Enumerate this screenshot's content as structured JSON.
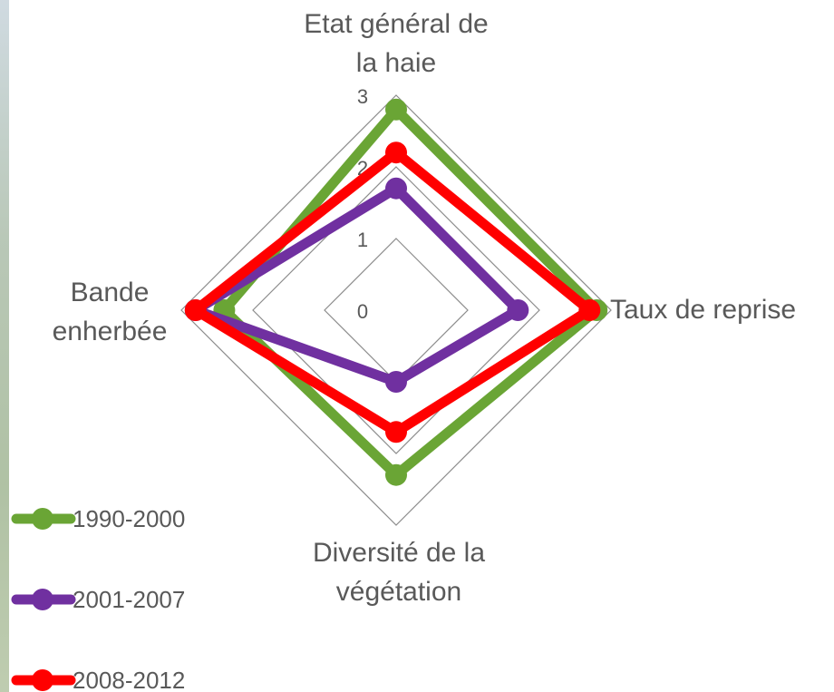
{
  "chart_data": {
    "type": "radar",
    "axes": [
      {
        "id": "top",
        "label_lines": [
          "Etat général de",
          "la haie"
        ]
      },
      {
        "id": "right",
        "label_lines": [
          "Taux de reprise"
        ]
      },
      {
        "id": "bottom",
        "label_lines": [
          "Diversité de la",
          "végétation"
        ]
      },
      {
        "id": "left",
        "label_lines": [
          "Bande",
          "enherbée"
        ]
      }
    ],
    "radial_ticks": [
      "0",
      "1",
      "2",
      "3"
    ],
    "rlim": [
      0,
      3
    ],
    "legend_placement": "bottom-left",
    "series": [
      {
        "name": "1990-2000",
        "color": "#6aa535",
        "values": [
          2.8,
          2.8,
          2.3,
          2.4
        ]
      },
      {
        "name": "2001-2007",
        "color": "#7030a0",
        "values": [
          1.7,
          1.7,
          1.0,
          2.8
        ]
      },
      {
        "name": "2008-2012",
        "color": "#ff0000",
        "values": [
          2.2,
          2.7,
          1.7,
          2.8
        ]
      }
    ],
    "grid": true
  }
}
